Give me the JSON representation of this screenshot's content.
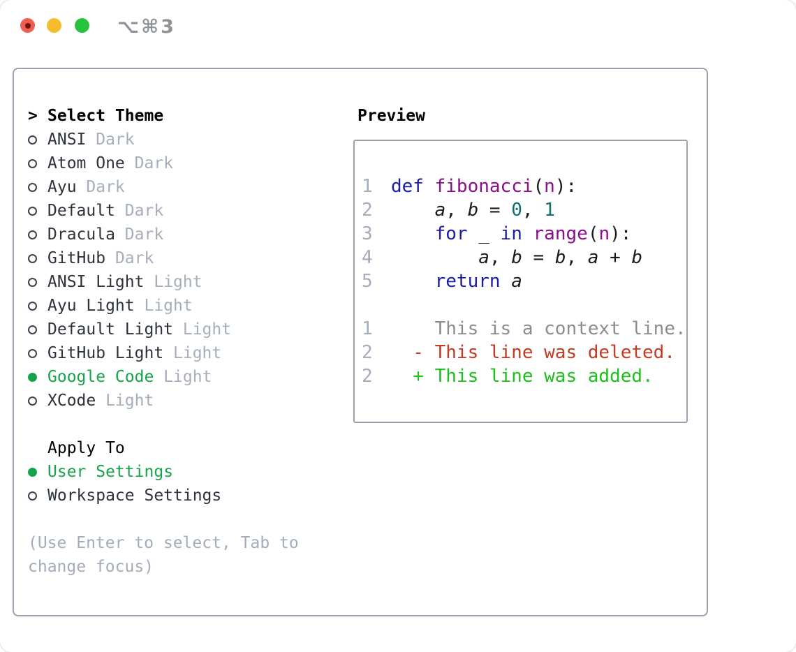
{
  "window": {
    "title": "⌥⌘3",
    "traffic_lights": [
      {
        "name": "close"
      },
      {
        "name": "minimize"
      },
      {
        "name": "zoom"
      }
    ]
  },
  "theme_selector": {
    "header_marker": ">",
    "header_label": "Select Theme",
    "themes": [
      {
        "name": "ANSI",
        "variant": "Dark",
        "selected": false
      },
      {
        "name": "Atom One",
        "variant": "Dark",
        "selected": false
      },
      {
        "name": "Ayu",
        "variant": "Dark",
        "selected": false
      },
      {
        "name": "Default",
        "variant": "Dark",
        "selected": false
      },
      {
        "name": "Dracula",
        "variant": "Dark",
        "selected": false
      },
      {
        "name": "GitHub",
        "variant": "Dark",
        "selected": false
      },
      {
        "name": "ANSI Light",
        "variant": "Light",
        "selected": false
      },
      {
        "name": "Ayu Light",
        "variant": "Light",
        "selected": false
      },
      {
        "name": "Default Light",
        "variant": "Light",
        "selected": false
      },
      {
        "name": "GitHub Light",
        "variant": "Light",
        "selected": false
      },
      {
        "name": "Google Code",
        "variant": "Light",
        "selected": true
      },
      {
        "name": "XCode",
        "variant": "Light",
        "selected": false
      }
    ],
    "apply_to_label": "Apply To",
    "apply_options": [
      {
        "name": "User Settings",
        "selected": true
      },
      {
        "name": "Workspace Settings",
        "selected": false
      }
    ],
    "hint_lines": [
      "(Use Enter to select, Tab to",
      "change focus)"
    ]
  },
  "preview": {
    "label": "Preview",
    "code_lines": [
      {
        "num": "1",
        "tokens": [
          [
            "def ",
            "kwd"
          ],
          [
            "fibonacci",
            "fn"
          ],
          [
            "(",
            "pln"
          ],
          [
            "n",
            "fn"
          ],
          [
            "):",
            "pln"
          ]
        ]
      },
      {
        "num": "2",
        "tokens": [
          [
            "    ",
            "pln"
          ],
          [
            "a",
            "var"
          ],
          [
            ", ",
            "pln"
          ],
          [
            "b",
            "var"
          ],
          [
            " = ",
            "pln"
          ],
          [
            "0",
            "num"
          ],
          [
            ", ",
            "pln"
          ],
          [
            "1",
            "num"
          ]
        ]
      },
      {
        "num": "3",
        "tokens": [
          [
            "    ",
            "pln"
          ],
          [
            "for",
            "kwd"
          ],
          [
            " _ ",
            "pln"
          ],
          [
            "in",
            "kwd"
          ],
          [
            " ",
            "pln"
          ],
          [
            "range",
            "fn"
          ],
          [
            "(",
            "pln"
          ],
          [
            "n",
            "fn"
          ],
          [
            "):",
            "pln"
          ]
        ]
      },
      {
        "num": "4",
        "tokens": [
          [
            "        ",
            "pln"
          ],
          [
            "a",
            "var"
          ],
          [
            ", ",
            "pln"
          ],
          [
            "b",
            "var"
          ],
          [
            " = ",
            "pln"
          ],
          [
            "b",
            "var"
          ],
          [
            ", ",
            "pln"
          ],
          [
            "a",
            "var"
          ],
          [
            " + ",
            "pln"
          ],
          [
            "b",
            "var"
          ]
        ]
      },
      {
        "num": "5",
        "tokens": [
          [
            "    ",
            "pln"
          ],
          [
            "return",
            "kwd"
          ],
          [
            " ",
            "pln"
          ],
          [
            "a",
            "var"
          ]
        ]
      }
    ],
    "diff_lines": [
      {
        "num": "1",
        "text": "    This is a context line.",
        "type": "context"
      },
      {
        "num": "2",
        "text": "  - This line was deleted.",
        "type": "deleted"
      },
      {
        "num": "2",
        "text": "  + This line was added.",
        "type": "added"
      }
    ]
  },
  "colors": {
    "panel-border": "#9aa3ae",
    "item-text": "#2e323b",
    "variant-text": "#a6aebb",
    "selected-green": "#17a34a",
    "hint-text": "#a3acb8",
    "title-text": "#8f9297",
    "header-text": "#000000",
    "lineno": "#a3adbc",
    "kwd": "#1b1bab",
    "fn": "#8b0e8b",
    "num": "#0d6e6e",
    "pln": "#1b1b1b",
    "context": "#8c8c8c",
    "deleted": "#c43a22",
    "added": "#1cc11c",
    "light-red": "#ee5f51",
    "light-red-dot": "#6e1309",
    "light-yellow": "#f5bd2e",
    "light-green": "#27c33d"
  }
}
